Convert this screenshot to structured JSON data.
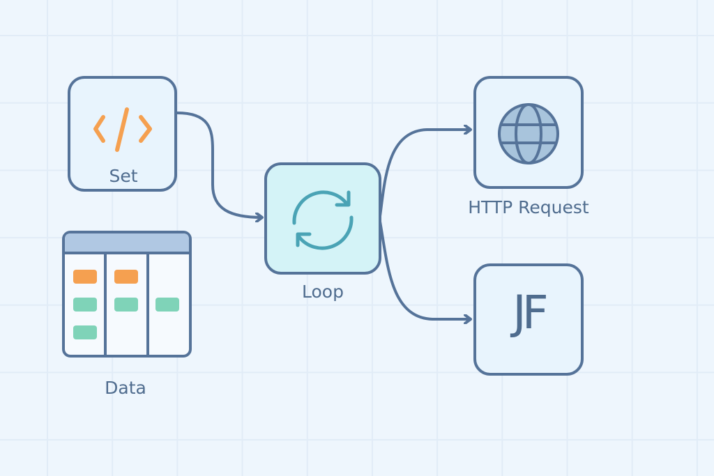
{
  "nodes": {
    "set": {
      "label": "Set",
      "icon": "code-icon"
    },
    "data": {
      "label": "Data",
      "icon": "table-icon"
    },
    "loop": {
      "label": "Loop",
      "icon": "refresh-icon"
    },
    "http": {
      "label": "HTTP Request",
      "icon": "globe-icon"
    },
    "jf": {
      "glyph": "JF"
    }
  },
  "colors": {
    "stroke": "#557399",
    "orange": "#f5a050",
    "green": "#7fd3b8",
    "teal": "#4aa3b5",
    "loop_fill": "#d4f3f7",
    "node_fill": "#e8f4fd"
  }
}
